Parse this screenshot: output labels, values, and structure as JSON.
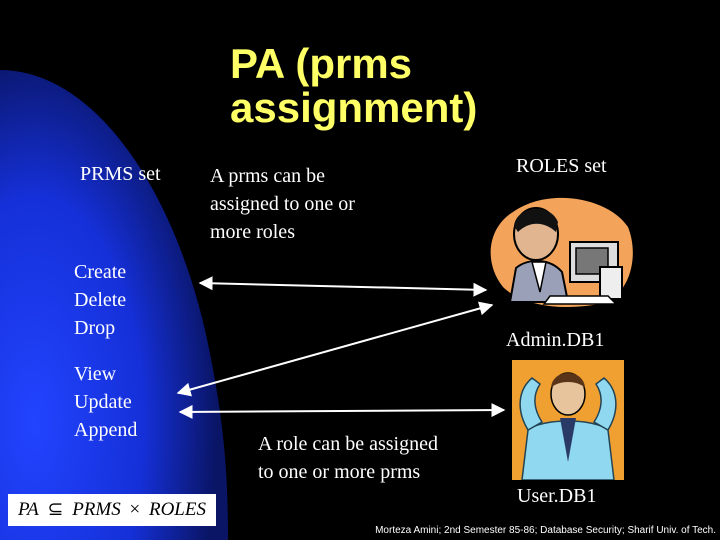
{
  "title": {
    "line1": "PA (prms",
    "line2": "assignment)"
  },
  "prms_set": {
    "heading": "PRMS set",
    "group1": [
      "Create",
      "Delete",
      "Drop"
    ],
    "group2": [
      "View",
      "Update",
      "Append"
    ]
  },
  "roles_set": {
    "heading": "ROLES set",
    "role1": "Admin.DB1",
    "role2": "User.DB1"
  },
  "notes": {
    "prms_to_roles": [
      "A prms can be",
      "assigned to one or",
      "more roles"
    ],
    "role_to_prms": [
      "A role can be assigned",
      "to one or more prms"
    ]
  },
  "formula": {
    "pa": "PA",
    "subset": "⊆",
    "prms": "PRMS",
    "times": "×",
    "roles": "ROLES"
  },
  "footer": "Morteza Amini; 2nd Semester 85-86; Database Security; Sharif Univ. of Tech.",
  "colors": {
    "title": "#ffff66",
    "background": "#000000",
    "blue_shape": "#1a3cff",
    "text": "#ffffff"
  }
}
